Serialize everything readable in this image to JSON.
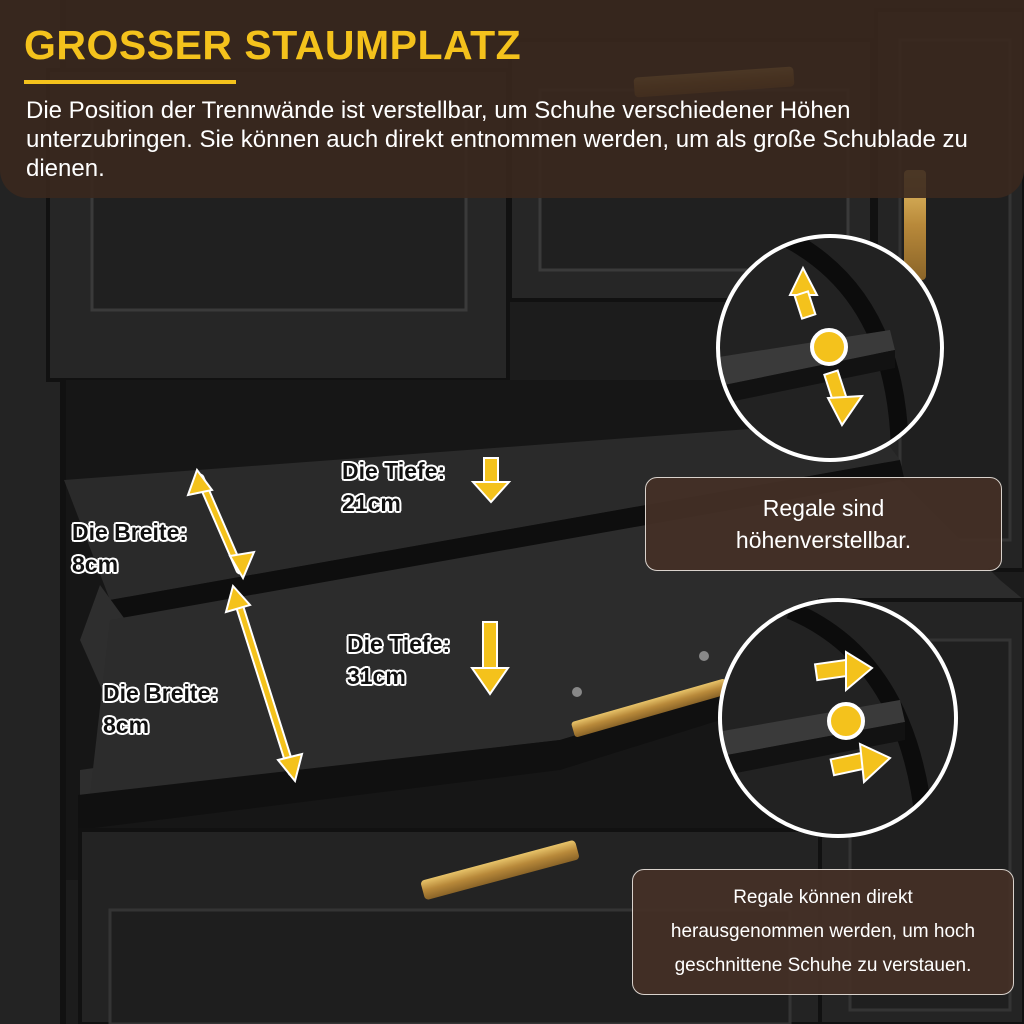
{
  "title": "GROSSER STAUMPLATZ",
  "description": "Die Position der Trennwände ist verstellbar, um Schuhe verschiedener Höhen unterzubringen. Sie können auch direkt entnommen werden, um als große Schublade zu dienen.",
  "dimensions": {
    "upper_depth": {
      "label": "Die Tiefe:",
      "value": "21cm"
    },
    "lower_depth": {
      "label": "Die Tiefe:",
      "value": "31cm"
    },
    "upper_width": {
      "label": "Die Breite:",
      "value": "8cm"
    },
    "lower_width": {
      "label": "Die Breite:",
      "value": "8cm"
    }
  },
  "callouts": {
    "adjustable": {
      "line1": "Regale sind",
      "line2": "höhenverstellbar."
    },
    "removable": {
      "line1": "Regale können direkt",
      "line2": "herausgenommen werden, um hoch",
      "line3": "geschnittene Schuhe zu verstauen."
    }
  },
  "colors": {
    "accent": "#f4c21c",
    "panel": "#3a281e",
    "cabinet": "#1e1e1e",
    "handle": "#c9a24a"
  }
}
